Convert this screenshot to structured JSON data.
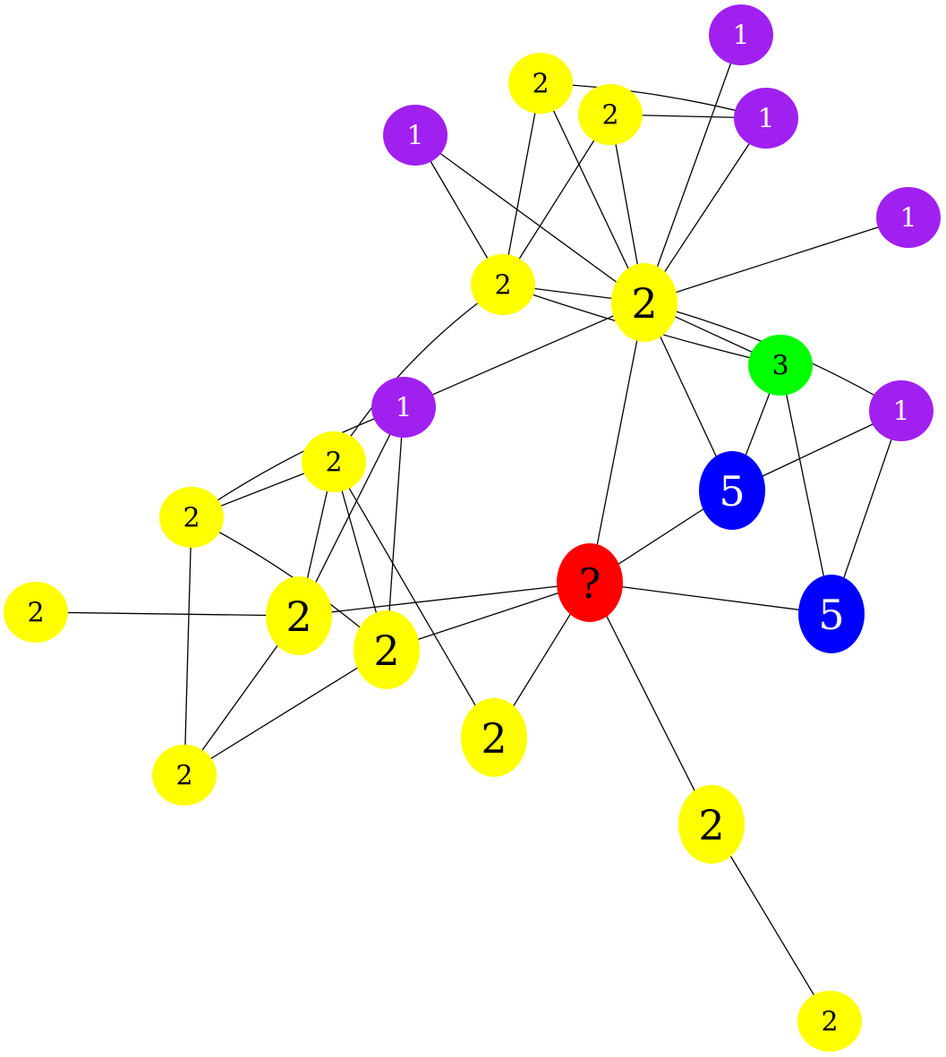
{
  "palette": {
    "yellow": "#ffff00",
    "purple": "#a020f0",
    "green": "#00ff00",
    "blue": "#0000ff",
    "red": "#ff0000"
  },
  "nodes": [
    {
      "id": "p-top-right",
      "label": "1",
      "color": "purple"
    },
    {
      "id": "y-top-1",
      "label": "2",
      "color": "yellow"
    },
    {
      "id": "y-top-2",
      "label": "2",
      "color": "yellow"
    },
    {
      "id": "p-right-upper",
      "label": "1",
      "color": "purple"
    },
    {
      "id": "p-left-upper",
      "label": "1",
      "color": "purple"
    },
    {
      "id": "p-far-right",
      "label": "1",
      "color": "purple"
    },
    {
      "id": "y-mid-left",
      "label": "2",
      "color": "yellow"
    },
    {
      "id": "y-hub",
      "label": "2",
      "color": "yellow"
    },
    {
      "id": "g-three",
      "label": "3",
      "color": "green"
    },
    {
      "id": "p-right-mid",
      "label": "1",
      "color": "purple"
    },
    {
      "id": "p-center",
      "label": "1",
      "color": "purple"
    },
    {
      "id": "y-left-a",
      "label": "2",
      "color": "yellow"
    },
    {
      "id": "y-left-b",
      "label": "2",
      "color": "yellow"
    },
    {
      "id": "b-five-upper",
      "label": "5",
      "color": "blue"
    },
    {
      "id": "r-unknown",
      "label": "?",
      "color": "red"
    },
    {
      "id": "b-five-lower",
      "label": "5",
      "color": "blue"
    },
    {
      "id": "y-far-left",
      "label": "2",
      "color": "yellow"
    },
    {
      "id": "y-left-c",
      "label": "2",
      "color": "yellow"
    },
    {
      "id": "y-left-d",
      "label": "2",
      "color": "yellow"
    },
    {
      "id": "y-bottom-mid",
      "label": "2",
      "color": "yellow"
    },
    {
      "id": "y-bottom-left",
      "label": "2",
      "color": "yellow"
    },
    {
      "id": "y-bottom-right",
      "label": "2",
      "color": "yellow"
    },
    {
      "id": "y-bottom",
      "label": "2",
      "color": "yellow"
    }
  ],
  "edges": [
    [
      "y-top-1",
      "p-right-upper"
    ],
    [
      "y-top-2",
      "p-right-upper"
    ],
    [
      "y-top-1",
      "y-mid-left"
    ],
    [
      "y-top-1",
      "y-hub"
    ],
    [
      "y-top-2",
      "y-mid-left"
    ],
    [
      "y-top-2",
      "y-hub"
    ],
    [
      "p-top-right",
      "y-hub"
    ],
    [
      "p-right-upper",
      "y-hub"
    ],
    [
      "p-left-upper",
      "y-mid-left"
    ],
    [
      "p-left-upper",
      "y-hub"
    ],
    [
      "p-far-right",
      "y-hub"
    ],
    [
      "y-mid-left",
      "y-hub"
    ],
    [
      "y-mid-left",
      "g-three"
    ],
    [
      "y-mid-left",
      "y-left-a"
    ],
    [
      "y-hub",
      "g-three"
    ],
    [
      "y-hub",
      "p-right-mid"
    ],
    [
      "y-hub",
      "b-five-upper"
    ],
    [
      "y-hub",
      "p-center"
    ],
    [
      "y-hub",
      "r-unknown"
    ],
    [
      "g-three",
      "b-five-upper"
    ],
    [
      "g-three",
      "b-five-lower"
    ],
    [
      "p-right-mid",
      "b-five-upper"
    ],
    [
      "p-right-mid",
      "b-five-lower"
    ],
    [
      "p-center",
      "y-left-b"
    ],
    [
      "p-center",
      "y-left-c"
    ],
    [
      "p-center",
      "y-left-d"
    ],
    [
      "y-left-a",
      "y-left-b"
    ],
    [
      "y-left-a",
      "y-left-c"
    ],
    [
      "y-left-a",
      "y-left-d"
    ],
    [
      "y-left-a",
      "y-bottom-mid"
    ],
    [
      "y-left-b",
      "y-left-d"
    ],
    [
      "y-left-b",
      "y-bottom-left"
    ],
    [
      "b-five-upper",
      "r-unknown"
    ],
    [
      "r-unknown",
      "b-five-lower"
    ],
    [
      "r-unknown",
      "y-left-c"
    ],
    [
      "r-unknown",
      "y-left-d"
    ],
    [
      "r-unknown",
      "y-bottom-mid"
    ],
    [
      "r-unknown",
      "y-bottom-right"
    ],
    [
      "y-far-left",
      "y-left-c"
    ],
    [
      "y-left-c",
      "y-bottom-left"
    ],
    [
      "y-left-d",
      "y-bottom-left"
    ],
    [
      "y-bottom-right",
      "y-bottom"
    ]
  ]
}
